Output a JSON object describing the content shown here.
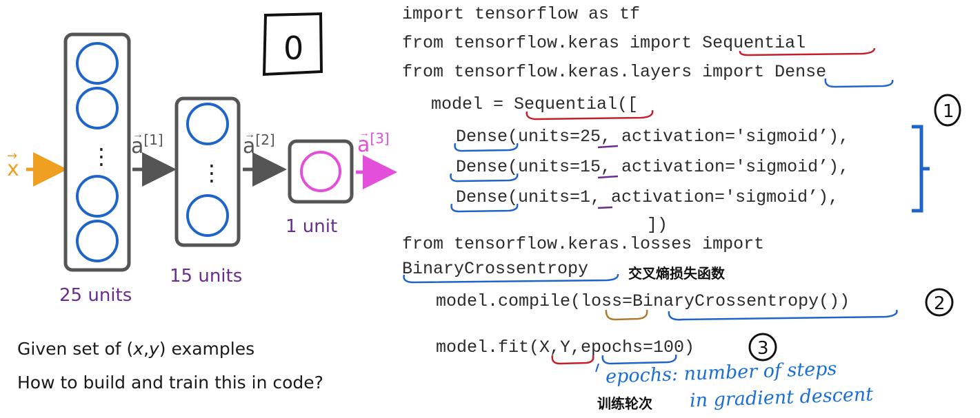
{
  "diagram": {
    "input_label": "x",
    "arrows": [
      "a",
      "a",
      "a"
    ],
    "superscripts": [
      "[1]",
      "[2]",
      "[3]"
    ],
    "layer_labels": [
      "25 units",
      "15 units",
      "1 unit"
    ],
    "dots": "⋮",
    "zero_label": "0",
    "colors": {
      "input": "#f0a020",
      "neuron": "#1f64c8",
      "output": "#e34fd8",
      "label": "#6b2c8f"
    }
  },
  "questions": {
    "line1_prefix": "Given set of (",
    "line1_x": "x",
    "line1_comma": ",",
    "line1_y": "y",
    "line1_suffix": ") examples",
    "line2": "How to build and train this in code?"
  },
  "code": {
    "l1": "import tensorflow as tf",
    "l2": "from tensorflow.keras import Sequential",
    "l3": "from tensorflow.keras.layers import Dense",
    "l4": "model = Sequential([",
    "l5": "Dense(units=25, activation='sigmoid’),",
    "l6": "Dense(units=15, activation='sigmoid’),",
    "l7": "Dense(units=1, activation='sigmoid’),",
    "l8": "])",
    "l9": "from tensorflow.keras.losses import",
    "l10": "BinaryCrossentropy",
    "l11": "model.compile(loss=BinaryCrossentropy())",
    "l12": "model.fit(X,Y,epochs=100)"
  },
  "annotations": {
    "zh_loss": "交叉熵损失函数",
    "zh_epochs": "训练轮次",
    "hand1": "epochs: number of steps",
    "hand2": "in gradient descent",
    "step1": "1",
    "step2": "2",
    "step3": "3"
  }
}
